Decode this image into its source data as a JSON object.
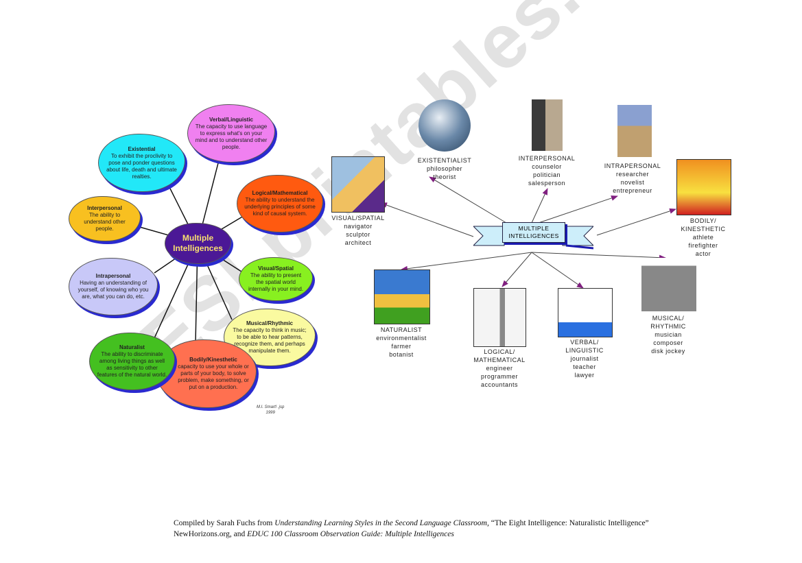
{
  "left_map": {
    "center": {
      "line1": "Multiple",
      "line2": "Intelligences",
      "color": "#4b1896"
    },
    "clouds": [
      {
        "title": "Verbal/Linguistic",
        "text": "The capacity to use language to express what's on your mind and to understand other people.",
        "color": "#f080f0"
      },
      {
        "title": "Existential",
        "text": "To exhibit the proclivity to pose and ponder questions about life, death and ultimate realties.",
        "color": "#22e8f8"
      },
      {
        "title": "Interpersonal",
        "text": "The ability to understand other people.",
        "color": "#f8c020"
      },
      {
        "title": "Logical/Mathematical",
        "text": "The ability to understand the underlying principles of some kind of causal system.",
        "color": "#ff5a10"
      },
      {
        "title": "Visual/Spatial",
        "text": "The ability to present the spatial world internally in your mind.",
        "color": "#88f020"
      },
      {
        "title": "Intrapersonal",
        "text": "Having an understanding of yourself, of knowing who you are, what you can do, etc.",
        "color": "#c8c8f8"
      },
      {
        "title": "Musical/Rhythmic",
        "text": "The capacity to think in music; to be able to hear patterns, recognize them, and perhaps manipulate them.",
        "color": "#fafaa0"
      },
      {
        "title": "Bodily/Kinesthetic",
        "text": "capacity to use your whole or parts of your body, to solve problem, make something, or put on a production.",
        "color": "#ff7050"
      },
      {
        "title": "Naturalist",
        "text": "The ability to discriminate among living things as well as sensitivity to other features of the natural world.",
        "color": "#44c020"
      }
    ],
    "credit": {
      "line1": "M.I. Smart! .jsp",
      "line2": "1999"
    }
  },
  "right_map": {
    "banner": {
      "line1": "MULTIPLE",
      "line2": "INTELLIGENCES"
    },
    "arrow_color": "#802080",
    "items": [
      {
        "title": "VISUAL/SPATIAL",
        "jobs": [
          "navigator",
          "sculptor",
          "architect"
        ],
        "icon": "painter-icon"
      },
      {
        "title": "EXISTENTIALIST",
        "jobs": [
          "philosopher",
          "theorist"
        ],
        "icon": "globe-icon"
      },
      {
        "title": "INTERPERSONAL",
        "jobs": [
          "counselor",
          "politician",
          "salesperson"
        ],
        "icon": "couple-icon"
      },
      {
        "title": "INTRAPERSONAL",
        "jobs": [
          "researcher",
          "novelist",
          "entrepreneur"
        ],
        "icon": "thinker-icon"
      },
      {
        "title": "BODILY/ KINESTHETIC",
        "jobs": [
          "athlete",
          "firefighter",
          "actor"
        ],
        "icon": "firefighter-icon"
      },
      {
        "title": "NATURALIST",
        "jobs": [
          "environmentalist",
          "farmer",
          "botanist"
        ],
        "icon": "farmer-icon"
      },
      {
        "title": "LOGICAL/ MATHEMATICAL",
        "jobs": [
          "engineer",
          "programmer",
          "accountants"
        ],
        "icon": "engineer-icon"
      },
      {
        "title": "VERBAL/ LINGUISTIC",
        "jobs": [
          "journalist",
          "teacher",
          "lawyer"
        ],
        "icon": "typist-icon"
      },
      {
        "title": "MUSICAL/ RHYTHMIC",
        "jobs": [
          "musician",
          "composer",
          "disk jockey"
        ],
        "icon": "violinist-icon"
      }
    ]
  },
  "footer": {
    "p1": "Compiled by Sarah Fuchs from ",
    "i1": "Understanding Learning Styles in the Second Language Classroom,",
    "p2": " “The Eight Intelligence: Naturalistic Intelligence”",
    "p3": "NewHorizons.org, and ",
    "i2": "EDUC 100 Classroom Observation Guide: Multiple Intelligences"
  },
  "watermark": "ESLprintables.com"
}
